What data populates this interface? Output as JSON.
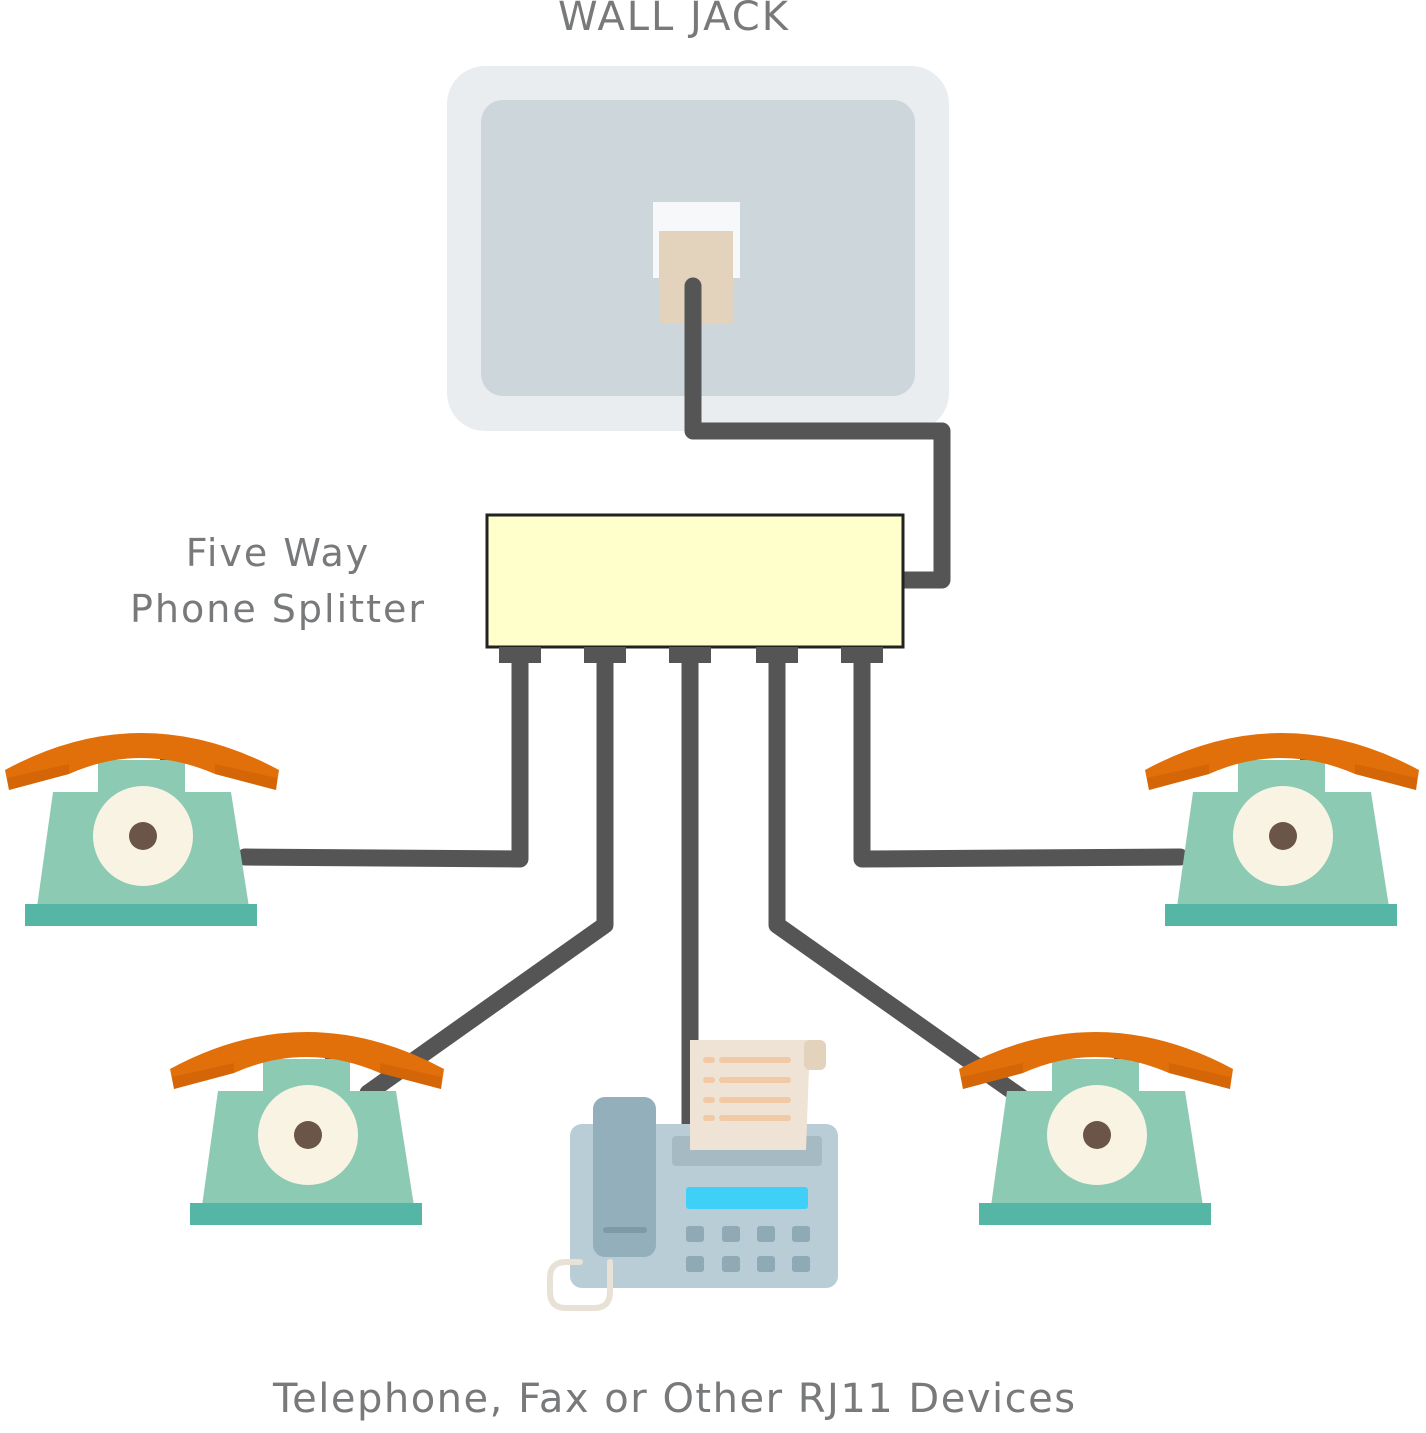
{
  "labels": {
    "wall_jack": "WALL JACK",
    "splitter_line1": "Five Way",
    "splitter_line2": "Phone Splitter",
    "devices": "Telephone, Fax or Other RJ11 Devices"
  },
  "colors": {
    "cable": "#555555",
    "wall_plate_outer": "#e9edf0",
    "wall_plate_inner": "#cdd6db",
    "jack_socket": "#e3d3bd",
    "splitter_body": "#ffffcc",
    "splitter_border": "#222222",
    "phone_body": "#8ccab3",
    "phone_base": "#55b6a5",
    "handset": "#e2700a",
    "dial": "#f9f3e4",
    "dial_center": "#6b5548",
    "fax_body": "#b9cdd7",
    "fax_display": "#3fd0f7",
    "paper": "#eee3d4"
  },
  "devices": [
    {
      "type": "telephone",
      "icon": "rotary-phone-icon"
    },
    {
      "type": "telephone",
      "icon": "rotary-phone-icon"
    },
    {
      "type": "fax",
      "icon": "fax-machine-icon"
    },
    {
      "type": "telephone",
      "icon": "rotary-phone-icon"
    },
    {
      "type": "telephone",
      "icon": "rotary-phone-icon"
    }
  ]
}
